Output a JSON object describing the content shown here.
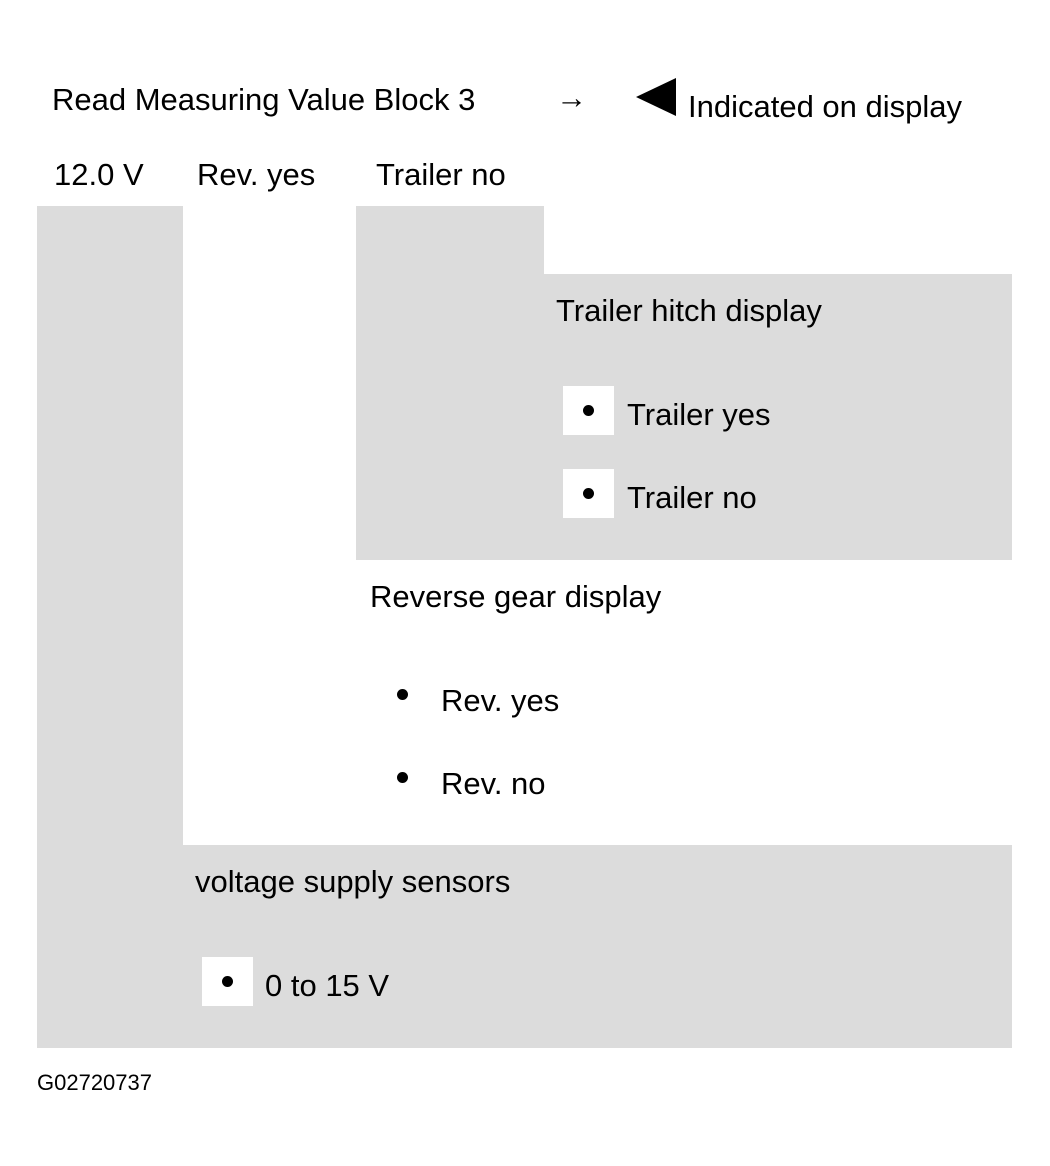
{
  "header": {
    "block_label": "Read Measuring Value Block 3",
    "arrow_glyph": "→",
    "display_label": "Indicated on display"
  },
  "display_fields": [
    "12.0 V",
    "Rev. yes",
    "Trailer no"
  ],
  "trailer_section": {
    "title": "Trailer hitch display",
    "items": [
      "Trailer yes",
      "Trailer no"
    ]
  },
  "reverse_section": {
    "title": "Reverse gear display",
    "items": [
      "Rev. yes",
      "Rev. no"
    ]
  },
  "voltage_section": {
    "title": "voltage supply sensors",
    "items": [
      "0 to 15 V"
    ]
  },
  "figure_id": "G02720737",
  "colors": {
    "panel_gray": "#dcdcdc",
    "text": "#000000",
    "background": "#ffffff"
  },
  "icons": {
    "pointer": "left-pointing-triangle-icon",
    "bullet": "bullet-dot-icon"
  }
}
